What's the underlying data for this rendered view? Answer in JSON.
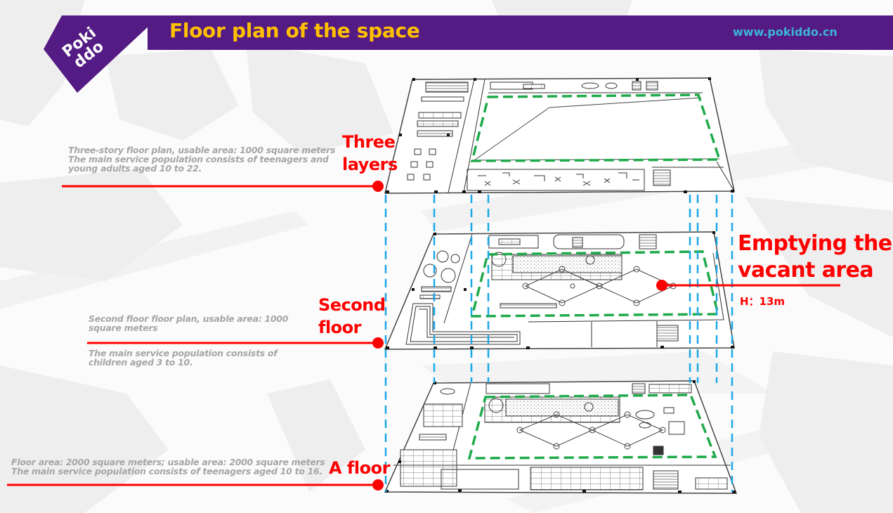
{
  "header": {
    "logo_text_line1": "Poki",
    "logo_text_line2": "ddo",
    "title": "Floor plan of the space",
    "url": "www.pokiddo.cn"
  },
  "colors": {
    "brand_purple": "#541b84",
    "title_yellow": "#ffc000",
    "url_cyan": "#3cb4d8",
    "annotation_red": "#ff0000",
    "guide_blue": "#1ba8e6",
    "highlight_green": "#1faa4a",
    "desc_gray": "#a6a6a6"
  },
  "floors": [
    {
      "id": "third",
      "label_line1": "Three",
      "label_line2": "layers",
      "desc_line1": "Three-story floor plan, usable area: 1000 square meters",
      "desc_line2": "The main service population consists of teenagers and",
      "desc_line3": "young adults aged 10 to 22."
    },
    {
      "id": "second",
      "label_line1": "Second",
      "label_line2": "floor",
      "desc_line1": "Second floor floor plan, usable area: 1000",
      "desc_line2": "square meters",
      "desc_line3": "The main service population consists of",
      "desc_line4": "children aged 3 to 10."
    },
    {
      "id": "first",
      "label_line1": "A floor",
      "desc_line1": "Floor area: 2000 square meters; usable area: 2000 square meters",
      "desc_line2": "The main service population consists of teenagers aged 10 to 16."
    }
  ],
  "vacant": {
    "label_line1": "Emptying the",
    "label_line2": "vacant area",
    "height": "H：13m"
  }
}
